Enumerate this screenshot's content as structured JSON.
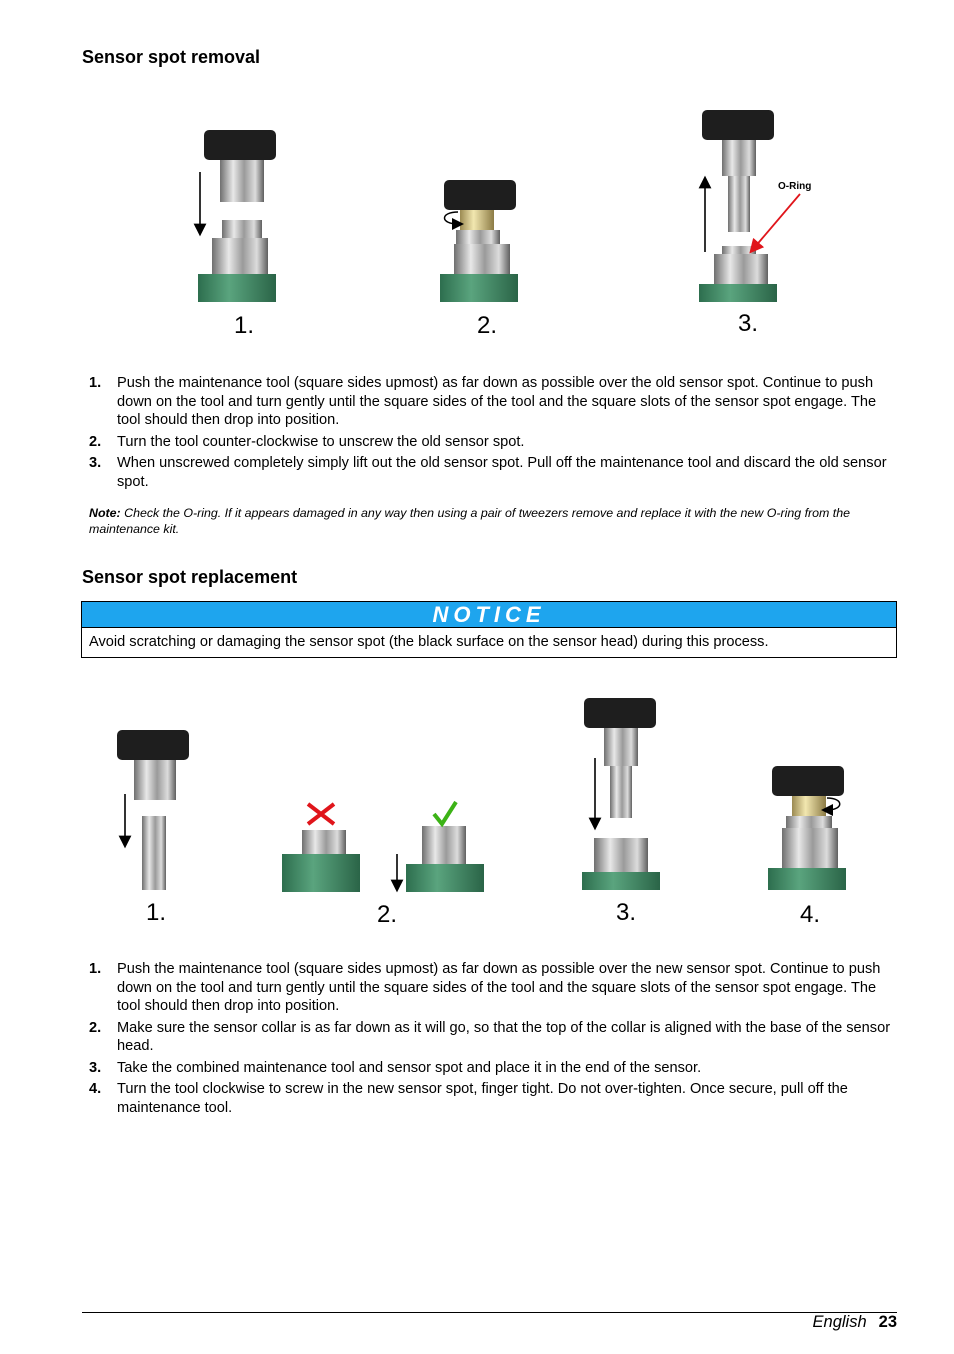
{
  "removal": {
    "heading": "Sensor spot removal",
    "figure_labels": [
      "1.",
      "2.",
      "3."
    ],
    "oring_label": "O-Ring",
    "steps": [
      {
        "num": "1.",
        "text": "Push the maintenance tool (square sides upmost) as far down as possible over the old sensor spot. Continue to push down on the tool and turn gently until the square sides of the tool and the square slots of the sensor spot engage. The tool should then drop into position."
      },
      {
        "num": "2.",
        "text": "Turn the tool counter-clockwise to unscrew the old sensor spot."
      },
      {
        "num": "3.",
        "text": "When unscrewed completely simply lift out the old sensor spot. Pull off the maintenance tool and discard the old sensor spot."
      }
    ],
    "note_label": "Note:",
    "note_text": " Check the O-ring. If it appears damaged in any way then using a pair of tweezers remove and replace it with the new O-ring from the maintenance kit."
  },
  "replacement": {
    "heading": "Sensor spot replacement",
    "notice_title": "NOTICE",
    "notice_text": "Avoid scratching or damaging the sensor spot (the black surface on the sensor head) during this process.",
    "figure_labels": [
      "1.",
      "2.",
      "3.",
      "4."
    ],
    "steps": [
      {
        "num": "1.",
        "text": "Push the maintenance tool (square sides upmost) as far down as possible over the new sensor spot. Continue to push down on the tool and turn gently until the square sides of the tool and the square slots of the sensor spot engage. The tool should then drop into position."
      },
      {
        "num": "2.",
        "text": "Make sure the sensor collar is as far down as it will go, so that the top of the collar is aligned with the base of the sensor head."
      },
      {
        "num": "3.",
        "text": "Take the combined maintenance tool and sensor spot and place it in the end of the sensor."
      },
      {
        "num": "4.",
        "text": "Turn the tool clockwise to screw in the new sensor spot, finger tight. Do not over-tighten. Once secure, pull off the maintenance tool."
      }
    ]
  },
  "footer": {
    "language": "English",
    "page": "23"
  },
  "colors": {
    "notice_blue": "#1ea5ee",
    "sensor_green": "#3e8a66",
    "metal": "#b9b9b9",
    "cap": "#1e1e1e",
    "oring_arrow": "#e0151b",
    "check_green": "#3cb316",
    "cross_red": "#e0151b"
  }
}
